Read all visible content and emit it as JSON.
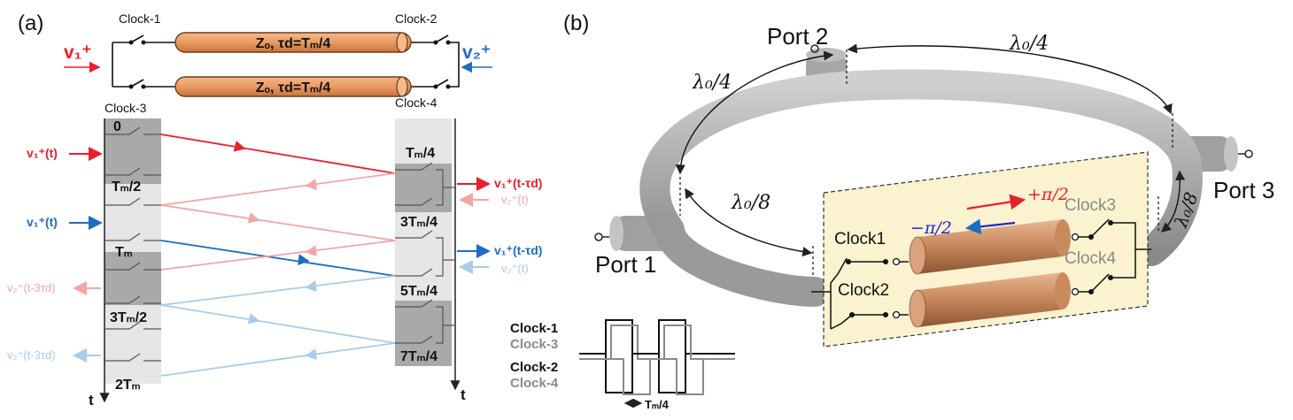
{
  "panel_a": {
    "label": "(a)",
    "clock_1": "Clock-1",
    "clock_2": "Clock-2",
    "clock_3": "Clock-3",
    "clock_4": "Clock-4",
    "line_text": "Zₒ, τd=Tₘ/4",
    "v1_in": "v₁⁺",
    "v2_in": "v₂⁺",
    "left_ticks": [
      "0",
      "Tₘ/2",
      "Tₘ",
      "3Tₘ/2",
      "2Tₘ"
    ],
    "right_ticks": [
      "Tₘ/4",
      "3Tₘ/4",
      "5Tₘ/4",
      "7Tₘ/4"
    ],
    "left_signals": [
      "v₁⁺(t)",
      "v₁⁺(t)",
      "v₂⁺(t-3τd)",
      "v₂⁺(t-3τd)"
    ],
    "right_out": [
      "v₁⁺(t-τd)",
      "v₁⁺(t-τd)"
    ],
    "right_in": [
      "v₂⁺(t)",
      "v₂⁺(t)"
    ],
    "time_axis": "t"
  },
  "panel_b": {
    "label": "(b)",
    "port_1": "Port 1",
    "port_2": "Port 2",
    "port_3": "Port 3",
    "arc_top_left": "λ₀/4",
    "arc_top_right": "λ₀/4",
    "arc_bottom_left": "λ₀/8",
    "arc_right": "λ₀/8",
    "clock1": "Clock1",
    "clock2": "Clock2",
    "clock3": "Clock3",
    "clock4": "Clock4",
    "phase_plus": "+π/2",
    "phase_minus": "−π/2",
    "timing_clock_1": "Clock-1",
    "timing_clock_3": "Clock-3",
    "timing_clock_2": "Clock-2",
    "timing_clock_4": "Clock-4",
    "timing_delay": "Tₘ/4"
  },
  "colors": {
    "red": "#e8202a",
    "blue": "#1f6dc2",
    "light_red": "#f4a6a6",
    "light_blue": "#a9cbea",
    "tline": "#f0a46c",
    "rod": "#c98a5e",
    "panel": "#fbf2cf"
  }
}
